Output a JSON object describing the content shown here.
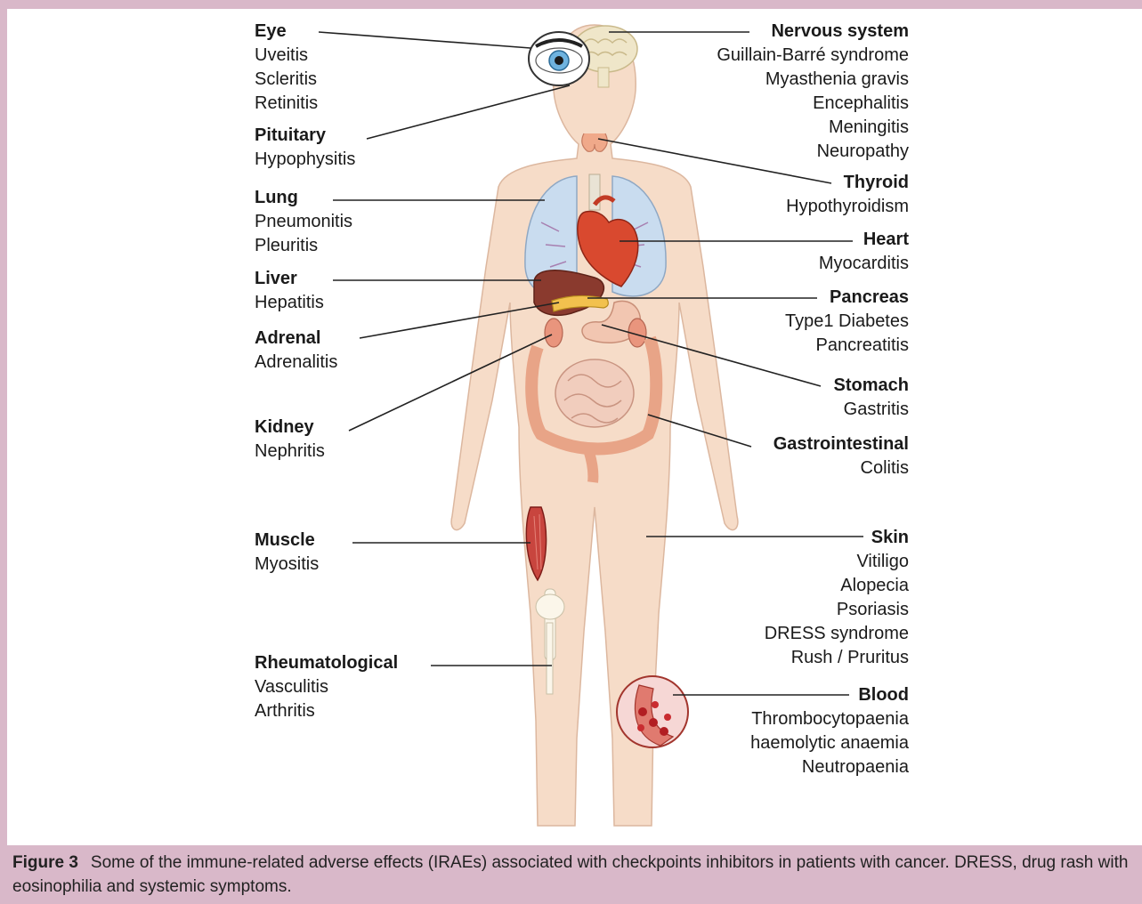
{
  "left_groups": [
    {
      "id": "eye",
      "heading": "Eye",
      "items": [
        "Uveitis",
        "Scleritis",
        "Retinitis"
      ]
    },
    {
      "id": "pituitary",
      "heading": "Pituitary",
      "items": [
        "Hypophysitis"
      ]
    },
    {
      "id": "lung",
      "heading": "Lung",
      "items": [
        "Pneumonitis",
        "Pleuritis"
      ]
    },
    {
      "id": "liver",
      "heading": "Liver",
      "items": [
        "Hepatitis"
      ]
    },
    {
      "id": "adrenal",
      "heading": "Adrenal",
      "items": [
        "Adrenalitis"
      ]
    },
    {
      "id": "kidney",
      "heading": "Kidney",
      "items": [
        "Nephritis"
      ]
    },
    {
      "id": "muscle",
      "heading": "Muscle",
      "items": [
        "Myositis"
      ]
    },
    {
      "id": "rheumatological",
      "heading": "Rheumatological",
      "items": [
        "Vasculitis",
        "Arthritis"
      ]
    }
  ],
  "right_groups": [
    {
      "id": "nervous",
      "heading": "Nervous system",
      "items": [
        "Guillain-Barré syndrome",
        "Myasthenia gravis",
        "Encephalitis",
        "Meningitis",
        "Neuropathy"
      ]
    },
    {
      "id": "thyroid",
      "heading": "Thyroid",
      "items": [
        "Hypothyroidism"
      ]
    },
    {
      "id": "heart",
      "heading": "Heart",
      "items": [
        "Myocarditis"
      ]
    },
    {
      "id": "pancreas",
      "heading": "Pancreas",
      "items": [
        "Type1 Diabetes",
        "Pancreatitis"
      ]
    },
    {
      "id": "stomach",
      "heading": "Stomach",
      "items": [
        "Gastritis"
      ]
    },
    {
      "id": "gi",
      "heading": "Gastrointestinal",
      "items": [
        "Colitis"
      ]
    },
    {
      "id": "skin",
      "heading": "Skin",
      "items": [
        "Vitiligo",
        "Alopecia",
        "Psoriasis",
        "DRESS syndrome",
        "Rush / Pruritus"
      ]
    },
    {
      "id": "blood",
      "heading": "Blood",
      "items": [
        "Thrombocytopaenia",
        "haemolytic anaemia",
        "Neutropaenia"
      ]
    }
  ],
  "caption": {
    "figure_label": "Figure 3",
    "text": "Some of the immune-related adverse effects (IRAEs) associated with checkpoints inhibitors in patients with cancer. DRESS, drug rash with eosinophilia and systemic symptoms."
  },
  "colors": {
    "background": "#d9b8c9",
    "skin": "#f6dcc8",
    "leader_line": "#222222"
  }
}
